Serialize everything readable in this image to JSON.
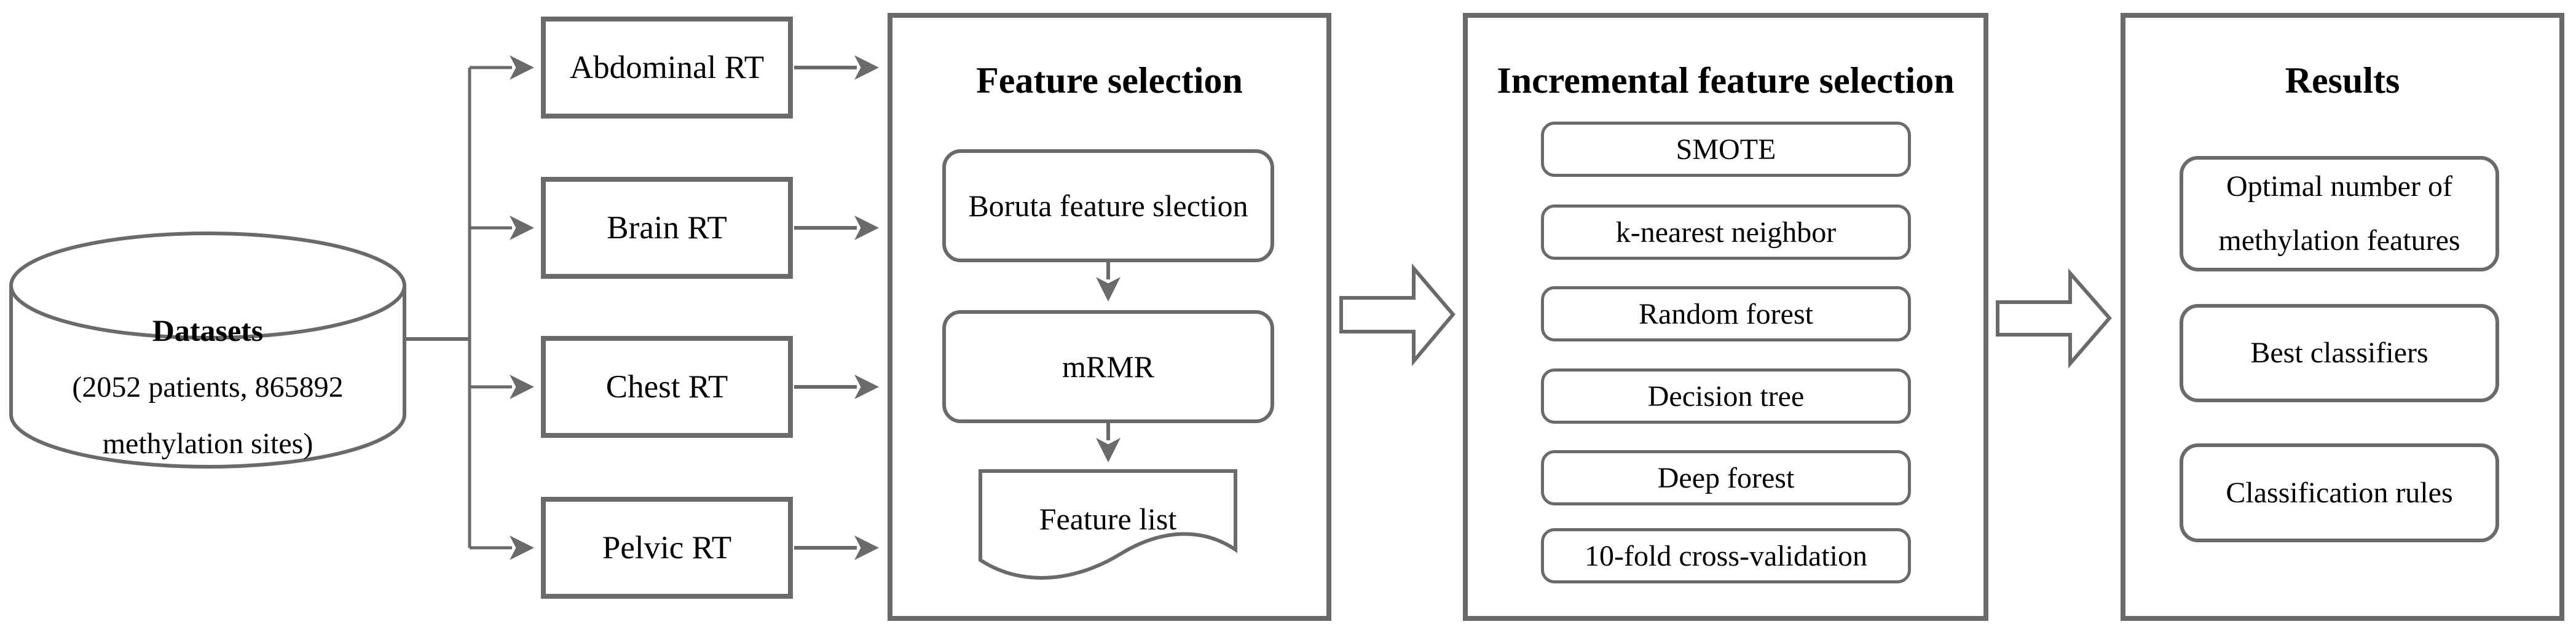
{
  "figure": {
    "colors": {
      "line": "#6a6a6a",
      "text": "#000000",
      "background": "#ffffff"
    },
    "datasets": {
      "title": "Datasets",
      "line2": "(2052 patients, 865892",
      "line3": "methylation sites)"
    },
    "rt_boxes": [
      "Abdominal RT",
      "Brain RT",
      "Chest RT",
      "Pelvic RT"
    ],
    "feature_selection": {
      "title": "Feature selection",
      "steps": [
        "Boruta feature slection",
        "mRMR",
        "Feature list"
      ]
    },
    "incremental_feature_selection": {
      "title": "Incremental feature selection",
      "items": [
        "SMOTE",
        "k-nearest neighbor",
        "Random forest",
        "Decision tree",
        "Deep forest",
        "10-fold cross-validation"
      ]
    },
    "results": {
      "title": "Results",
      "items": [
        "Optimal number of methylation features",
        "Best classifiers",
        "Classification rules"
      ]
    }
  }
}
